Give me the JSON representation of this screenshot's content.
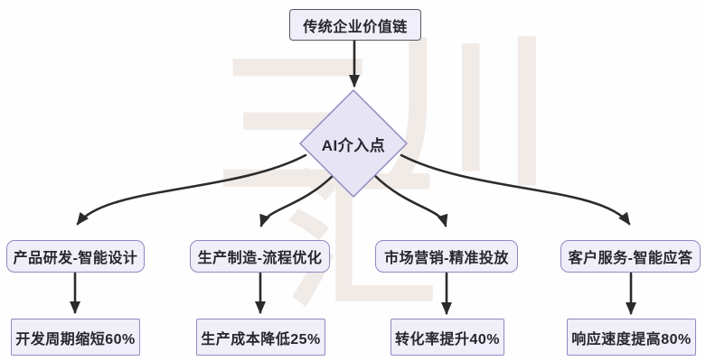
{
  "diagram": {
    "title_node": {
      "label": "传统企业价值链"
    },
    "decision_node": {
      "label": "AI介入点"
    },
    "branches": [
      {
        "category": "产品研发-智能设计",
        "result": "开发周期缩短60%"
      },
      {
        "category": "生产制造-流程优化",
        "result": "生产成本降低25%"
      },
      {
        "category": "市场营销-精准投放",
        "result": "转化率提升40%"
      },
      {
        "category": "客户服务-智能应答",
        "result": "响应速度提高80%"
      }
    ],
    "watermark": {
      "text": "三川汇",
      "chars": [
        "三",
        "川",
        "汇"
      ]
    },
    "colors": {
      "node_fill": "#efeef9",
      "diamond_fill": "#e7e5f5",
      "node_border": "#8d8bc0",
      "root_border": "#565660",
      "arrow": "#2b2b2b",
      "text": "#26262e",
      "watermark": "#f1ebe8"
    }
  }
}
